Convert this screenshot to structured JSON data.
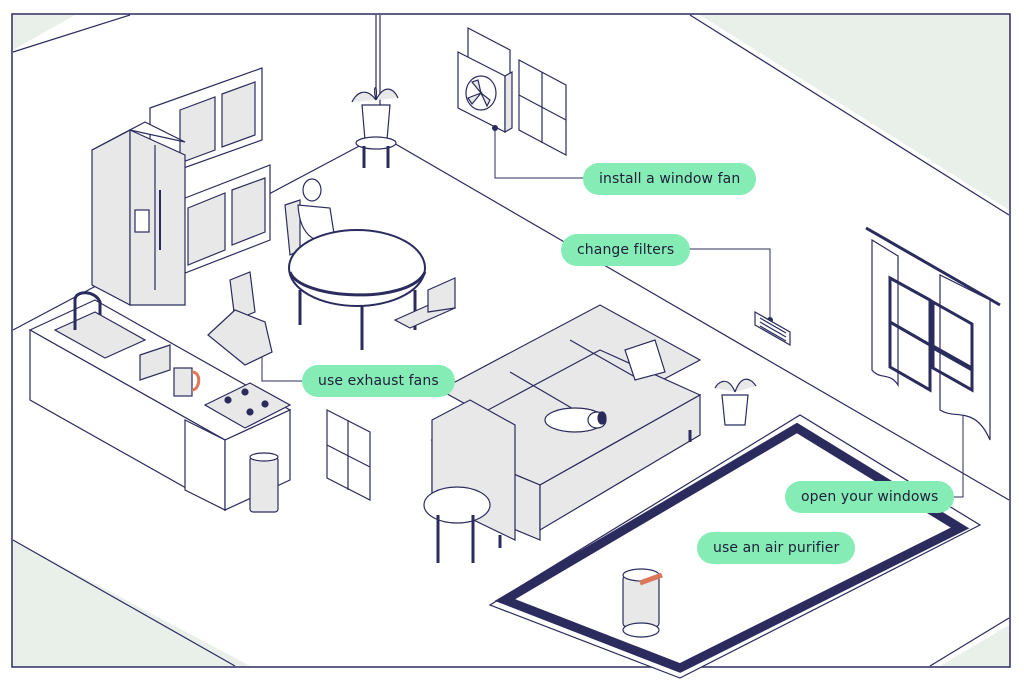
{
  "callouts": {
    "window_fan": "install a window fan",
    "filters": "change filters",
    "exhaust": "use exhaust fans",
    "windows": "open your windows",
    "purifier": "use an air purifier"
  },
  "colors": {
    "background": "#ffffff",
    "corner_fill": "#e9f0ea",
    "line": "#2b2b5e",
    "object_fill": "#e8e8e8",
    "callout": "#86ecb6",
    "rug": "#2b2b5e"
  }
}
